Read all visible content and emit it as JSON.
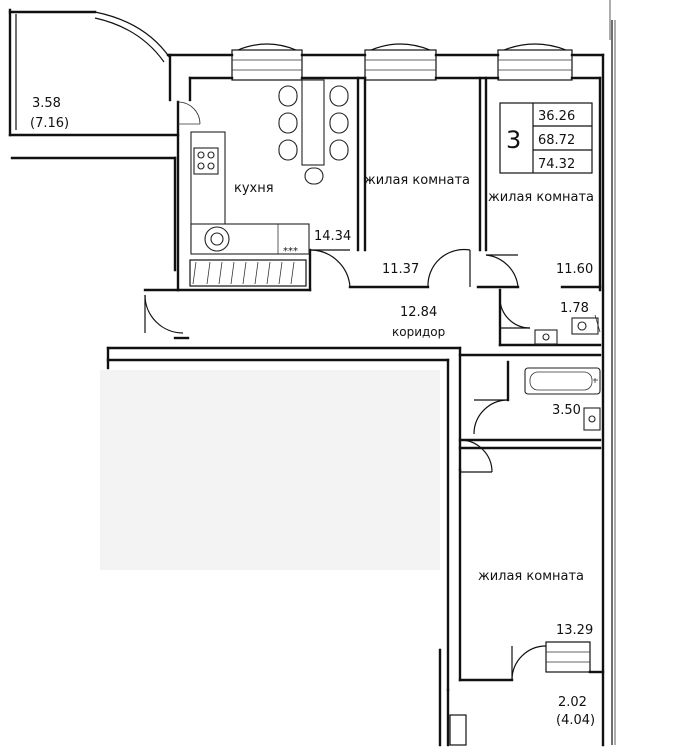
{
  "plan": {
    "rooms_count": "3",
    "summary": [
      "36.26",
      "68.72",
      "74.32"
    ],
    "balcony_top": {
      "area": "3.58",
      "area_coef": "(7.16)"
    },
    "kitchen": {
      "name": "кухня",
      "area": "14.34"
    },
    "living_room_1": {
      "name": "жилая комната",
      "area": "11.37"
    },
    "living_room_2": {
      "name": "жилая комната",
      "area": "11.60"
    },
    "corridor": {
      "name": "коридор",
      "area": "12.84"
    },
    "wc": {
      "area": "1.78"
    },
    "bathroom": {
      "area": "3.50"
    },
    "living_room_3": {
      "name": "жилая комната",
      "area": "13.29"
    },
    "balcony_bottom": {
      "area": "2.02",
      "area_coef": "(4.04)"
    },
    "stove_marks": "***"
  }
}
